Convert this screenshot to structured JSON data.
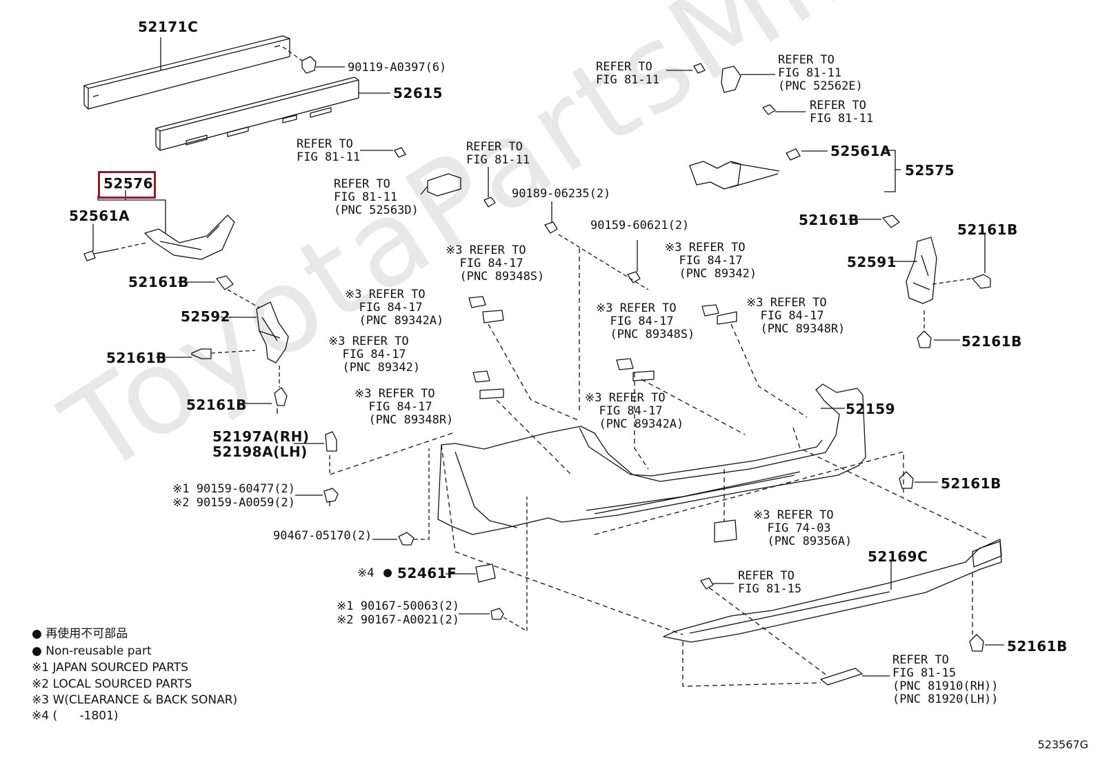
{
  "watermark": "ToyotaPartsMine.ru",
  "figure_code": "523567G",
  "highlighted_part": "52576",
  "part_numbers": {
    "p52171C": "52171C",
    "p52615": "52615",
    "p52576": "52576",
    "p52561A_left": "52561A",
    "p52161B_a": "52161B",
    "p52592": "52592",
    "p52161B_b": "52161B",
    "p52161B_c": "52161B",
    "p52197A": "52197A(RH)",
    "p52198A": "52198A(LH)",
    "p52461F": "52461F",
    "p52561A_right": "52561A",
    "p52575": "52575",
    "p52161B_d": "52161B",
    "p52161B_e": "52161B",
    "p52591": "52591",
    "p52161B_f": "52161B",
    "p52159": "52159",
    "p52161B_g": "52161B",
    "p52169C": "52169C",
    "p52161B_h": "52161B"
  },
  "fasteners": {
    "f90119": "90119-A0397(6)",
    "f90189": "90189-06235(2)",
    "f90159_60621": "90159-60621(2)",
    "f90159_60477": "※1 90159-60477(2)",
    "f90159_A0059": "※2 90159-A0059(2)",
    "f90467": "90467-05170(2)",
    "f52461_mark": "※4",
    "f90167_50063": "※1 90167-50063(2)",
    "f90167_A0021": "※2 90167-A0021(2)"
  },
  "refer_notes": {
    "r1": "REFER TO\nFIG 81-11",
    "r2": "REFER TO\nFIG 81-11",
    "r3": "REFER TO\nFIG 81-11\n(PNC 52563D)",
    "r4": "REFER TO\nFIG 81-11\n(PNC 52562E)",
    "r5": "REFER TO\nFIG 81-11",
    "r6": "REFER TO\nFIG 81-11",
    "r7": "※3 REFER TO\n  FIG 84-17\n  (PNC 89348S)",
    "r8": "※3 REFER TO\n  FIG 84-17\n  (PNC 89342A)",
    "r9": "※3 REFER TO\n  FIG 84-17\n  (PNC 89342)",
    "r10": "※3 REFER TO\n  FIG 84-17\n  (PNC 89348R)",
    "r11": "※3 REFER TO\n  FIG 84-17\n  (PNC 89342)",
    "r12": "※3 REFER TO\n  FIG 84-17\n  (PNC 89348S)",
    "r13": "※3 REFER TO\n  FIG 84-17\n  (PNC 89348R)",
    "r14": "※3 REFER TO\n  FIG 84-17\n  (PNC 89342A)",
    "r15": "※3 REFER TO\n  FIG 74-03\n  (PNC 89356A)",
    "r16": "REFER TO\nFIG 81-15",
    "r17": "REFER TO\nFIG 81-15\n(PNC 81910(RH))\n(PNC 81920(LH))"
  },
  "legend": {
    "l1": "● 再使用不可部品",
    "l2": "● Non-reusable part",
    "l3": "※1 JAPAN SOURCED PARTS",
    "l4": "※2 LOCAL SOURCED PARTS",
    "l5": "※3 W(CLEARANCE & BACK SONAR)",
    "l6": "※4 (      -1801)"
  }
}
